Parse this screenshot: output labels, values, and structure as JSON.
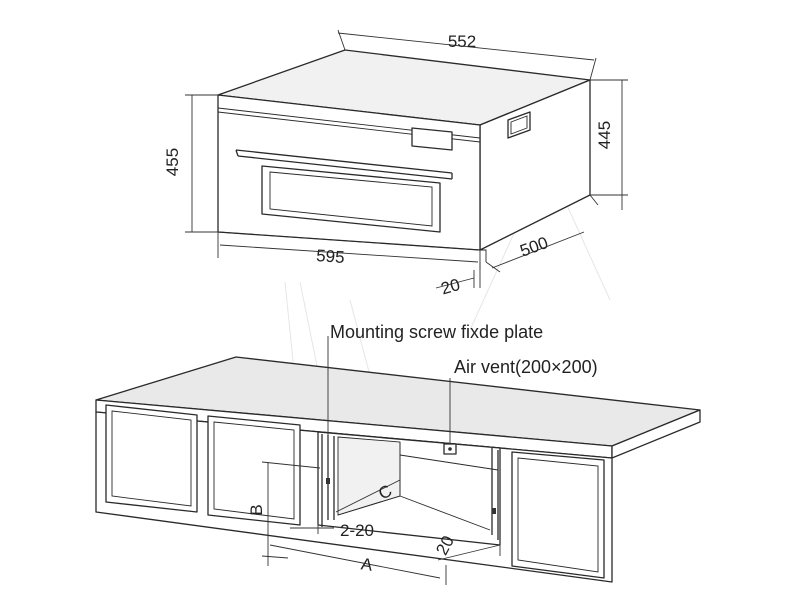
{
  "oven": {
    "dim_width": "552",
    "dim_height_right": "445",
    "dim_height_left": "455",
    "dim_front_width": "595",
    "dim_depth": "500",
    "dim_offset": "20"
  },
  "cabinet": {
    "label_screw_plate": "Mounting screw fixde plate",
    "label_air_vent": "Air vent(200×200)",
    "dim_a": "A",
    "dim_b": "B",
    "dim_c": "C",
    "dim_gap": "2-20",
    "dim_front_offset": "20"
  }
}
